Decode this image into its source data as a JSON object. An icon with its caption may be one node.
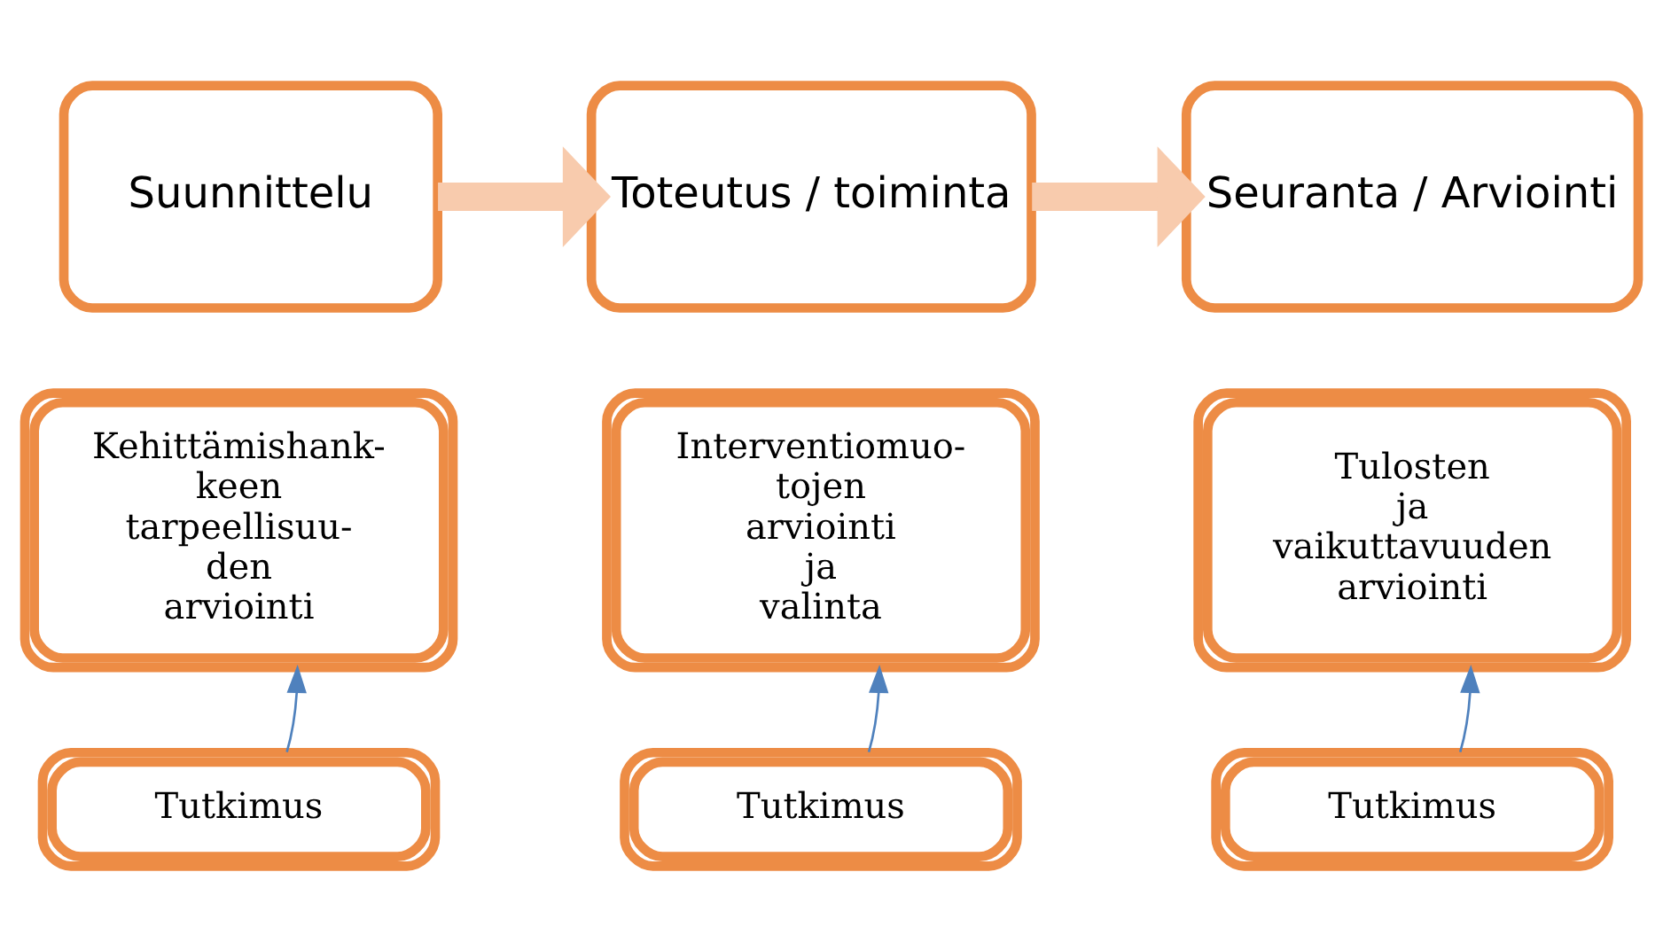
{
  "diagram": {
    "nodes": [
      {
        "text": [
          "Suunnittelu"
        ]
      },
      {
        "text": [
          "Toteutus / toiminta"
        ]
      },
      {
        "text": [
          "Seuranta / Arviointi"
        ]
      },
      {
        "text": [
          "Kehittämishank- keen tarpeellisuu- den arviointi"
        ]
      },
      {
        "text": [
          "Interventiomuo- tojen arviointi ja valinta"
        ]
      },
      {
        "text": [
          "Tulosten ja vaikuttavuuden arviointi"
        ]
      },
      {
        "text": [
          "Tutkimus"
        ]
      },
      {
        "text": [
          "Tutkimus"
        ]
      },
      {
        "text": [
          "Tutkimus"
        ]
      }
    ],
    "edges": [
      {
        "from": 0,
        "to": 1,
        "arrow": "to",
        "style": "thick",
        "color": "#f8cbad"
      },
      {
        "from": 1,
        "to": 2,
        "arrow": "to",
        "style": "thick",
        "color": "#f8cbad"
      },
      {
        "from": 6,
        "to": 3,
        "arrow": "to"
      },
      {
        "from": 7,
        "to": 4,
        "arrow": "to"
      },
      {
        "from": 8,
        "to": 5,
        "arrow": "to"
      }
    ]
  }
}
